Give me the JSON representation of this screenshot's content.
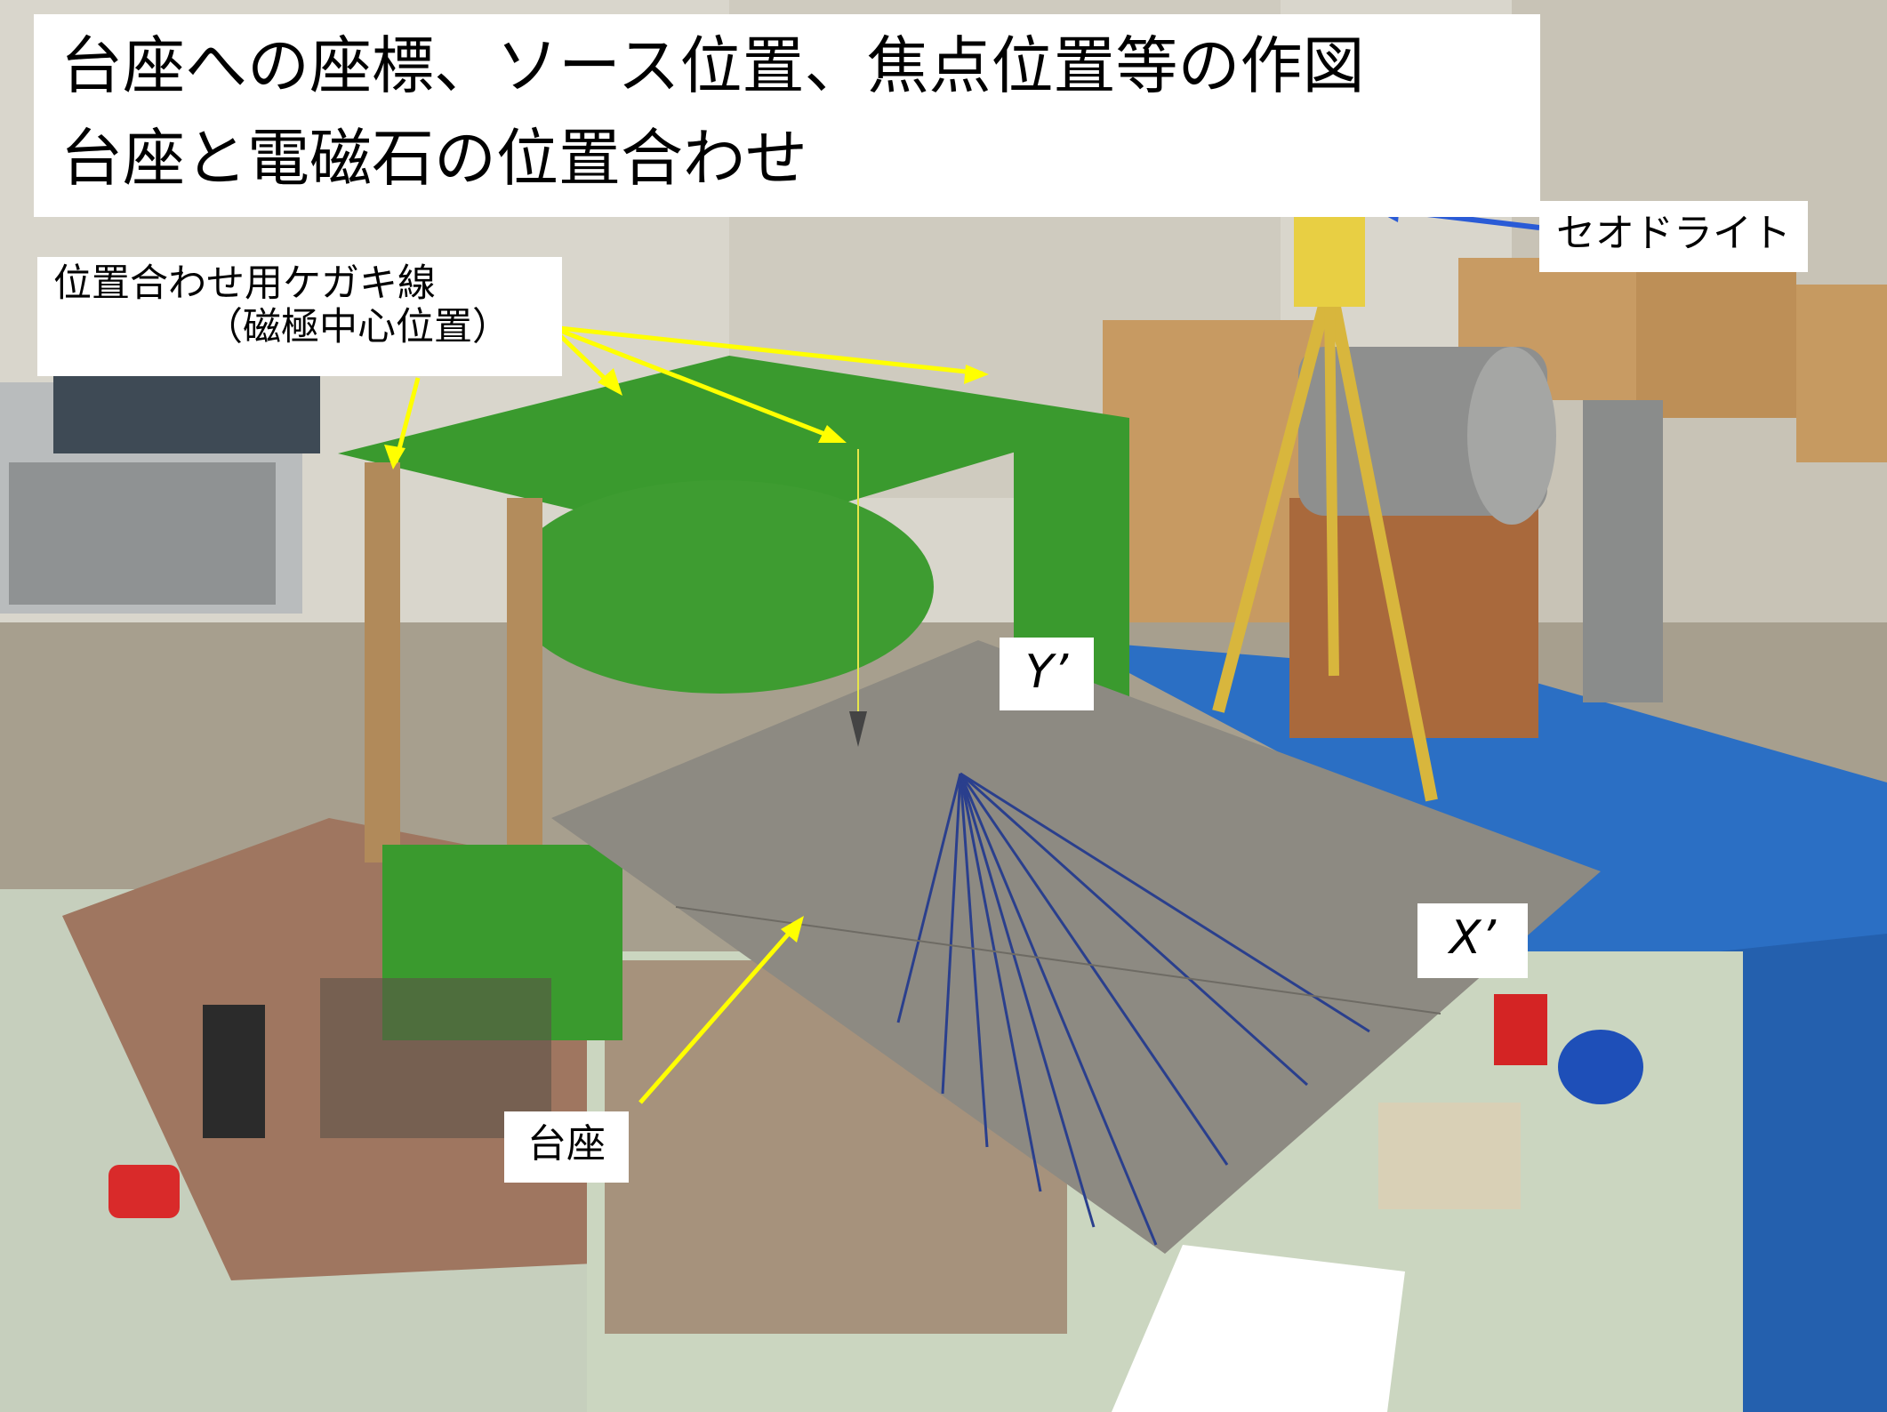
{
  "title": {
    "line1": "台座への座標、ソース位置、焦点位置等の作図",
    "line2": "台座と電磁石の位置合わせ"
  },
  "labels": {
    "scribe_line1": "位置合わせ用ケガキ線",
    "scribe_line2": "（磁極中心位置）",
    "theodolite": "セオドライト",
    "y_axis": "Y’",
    "x_axis": "X’",
    "base": "台座"
  },
  "colors": {
    "arrow_yellow": "#ffff00",
    "arrow_blue": "#2a5bd6",
    "tarp_blue": "#2b6fc4",
    "magnet_green": "#3a9a2e",
    "plate_gray": "#8d8a82"
  }
}
